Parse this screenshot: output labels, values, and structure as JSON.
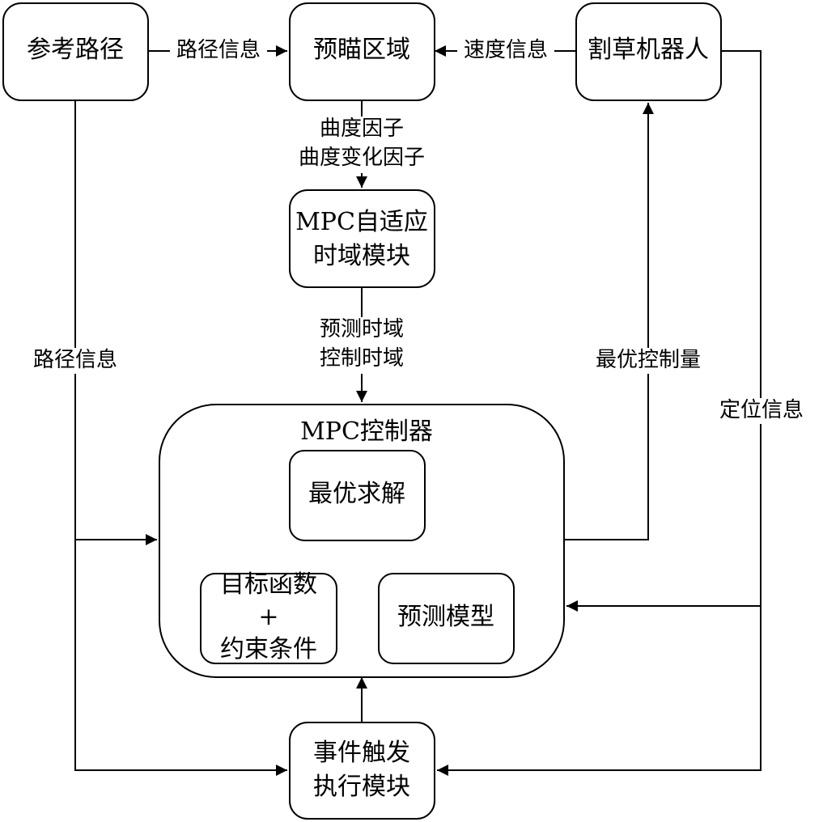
{
  "nodes": {
    "ref_path": "参考路径",
    "preview_area": "预瞄区域",
    "mower_robot": "割草机器人",
    "mpc_adaptive": [
      "MPC自适应",
      "时域模块"
    ],
    "mpc_controller": "MPC控制器",
    "optimal_solve": "最优求解",
    "objective": [
      "目标函数",
      "+",
      "约束条件"
    ],
    "prediction_model": "预测模型",
    "event_trigger": [
      "事件触发",
      "执行模块"
    ]
  },
  "edges": {
    "path_info_top": "路径信息",
    "speed_info": "速度信息",
    "curvature": [
      "曲度因子",
      "曲度变化因子"
    ],
    "horizons": [
      "预测时域",
      "控制时域"
    ],
    "path_info_left": "路径信息",
    "optimal_control": "最优控制量",
    "position_info": "定位信息"
  }
}
